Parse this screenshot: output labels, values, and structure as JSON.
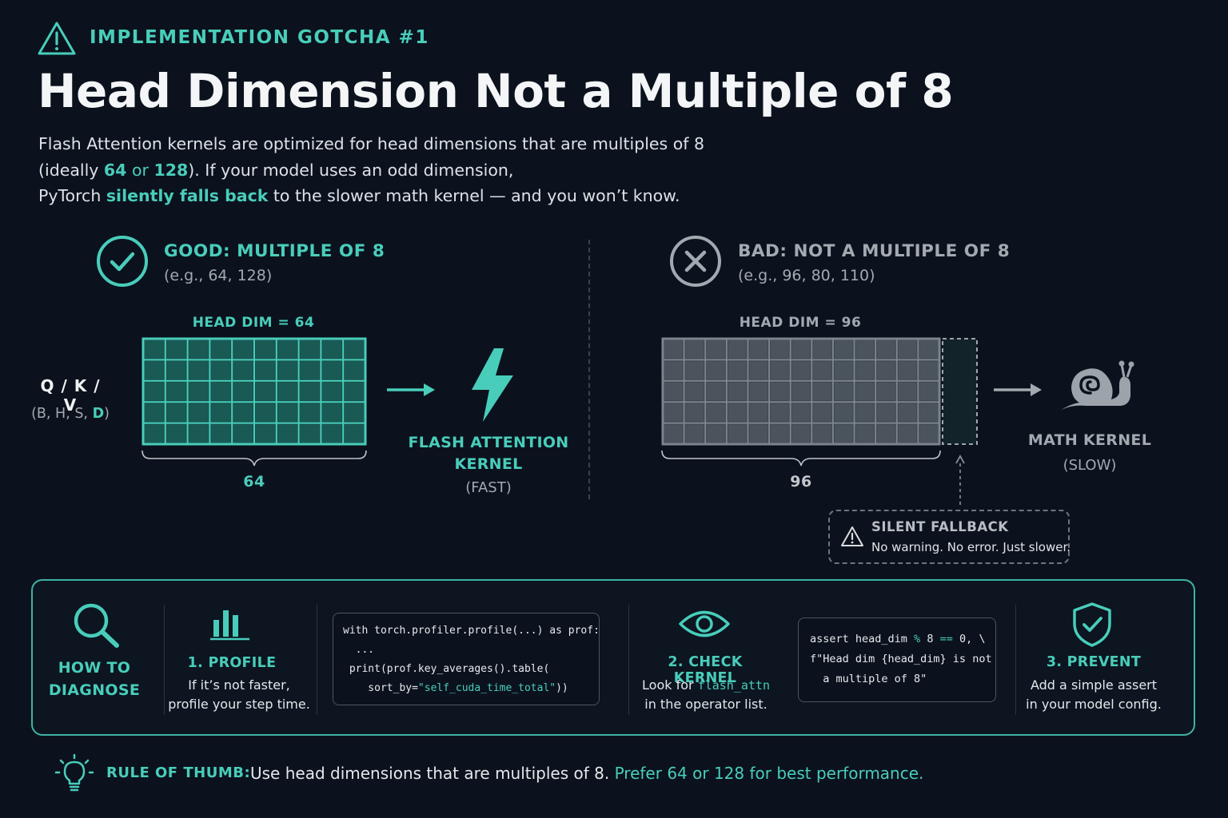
{
  "header": {
    "eyebrow": "IMPLEMENTATION GOTCHA #1",
    "title": "Head Dimension Not a Multiple of 8",
    "intro": {
      "line1": "Flash Attention kernels are optimized for head dimensions that are multiples of 8",
      "line2_pre": "(ideally ",
      "line2_v1": "64",
      "line2_mid": " or ",
      "line2_v2": "128",
      "line2_post": "). If your model uses an odd dimension,",
      "line3_pre": "PyTorch ",
      "line3_highlight": "silently falls back",
      "line3_post": " to the slower math kernel — and you won’t know."
    }
  },
  "input": {
    "title": "Q / K / V",
    "dims_pre": "(B, H, S, ",
    "dims_highlight": "D",
    "dims_post": ")"
  },
  "good": {
    "title": "GOOD: MULTIPLE OF 8",
    "subtitle": "(e.g., 64, 128)",
    "head_dim_label": "HEAD DIM = 64",
    "grid": {
      "cols": 10,
      "rows": 5
    },
    "width_label": "64",
    "kernel_name_1": "FLASH ATTENTION",
    "kernel_name_2": "KERNEL",
    "kernel_speed": "(FAST)"
  },
  "bad": {
    "title": "BAD:  NOT A MULTIPLE OF 8",
    "subtitle": "(e.g., 96, 80, 110)",
    "head_dim_label": "HEAD DIM = 96",
    "grid": {
      "cols": 13,
      "rows": 5
    },
    "width_label": "96",
    "kernel_name": "MATH KERNEL",
    "kernel_speed": "(SLOW)",
    "fallback_title": "SILENT FALLBACK",
    "fallback_text": "No warning. No error. Just slower."
  },
  "diagnose": {
    "title_1": "HOW TO",
    "title_2": "DIAGNOSE",
    "step1": {
      "title": "1. PROFILE",
      "text_1": "If it’s not faster,",
      "text_2": "profile your step time."
    },
    "code1": {
      "line1": "with torch.profiler.profile(...) as prof:",
      "line2": "  ...",
      "line3": " print(prof.key_averages().table(",
      "line4_pre": "    sort_by=",
      "line4_str": "\"self_cuda_time_total\"",
      "line4_post": "))"
    },
    "step2": {
      "title": "2. CHECK KERNEL",
      "text_pre": "Look for ",
      "text_code": "flash_attn",
      "text_2": "in the operator list."
    },
    "code2": {
      "line1_pre": "assert head_dim ",
      "line1_op": "%",
      "line1_mid": " 8 ",
      "line1_eq": "==",
      "line1_post": " 0, \\",
      "line2": "f\"Head dim {head_dim} is not",
      "line3": "  a multiple of 8\""
    },
    "step3": {
      "title": "3. PREVENT",
      "text_1": "Add a simple assert",
      "text_2": "in your model config."
    }
  },
  "rule": {
    "label": "RULE OF THUMB:",
    "text": "Use head dimensions that are multiples of 8.",
    "highlight": "Prefer 64 or 128 for best performance."
  },
  "colors": {
    "accent": "#49cdbb",
    "gray": "#a3a9b0",
    "background": "#0b121d"
  },
  "icons": [
    "warning-icon",
    "check-circle-icon",
    "x-circle-icon",
    "lightning-icon",
    "snail-icon",
    "search-icon",
    "bar-chart-icon",
    "eye-icon",
    "shield-check-icon",
    "lightbulb-icon"
  ]
}
